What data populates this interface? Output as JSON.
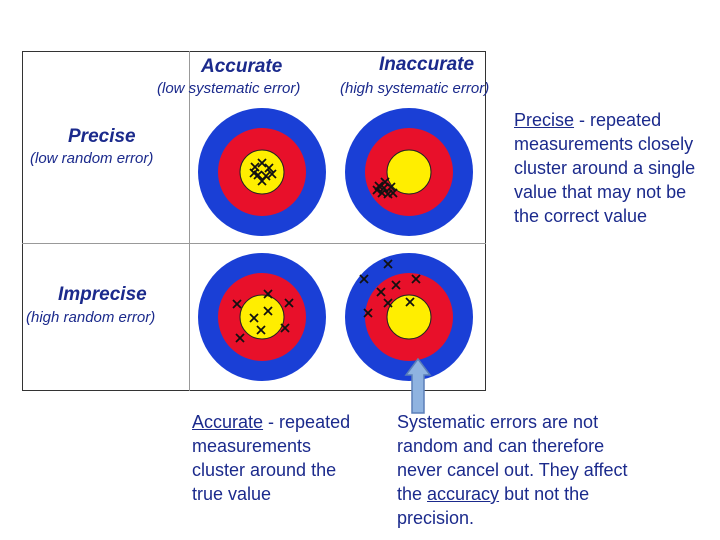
{
  "columns": {
    "accurate": "Accurate",
    "inaccurate": "Inaccurate",
    "accurate_sub": "(low systematic error)",
    "inaccurate_sub": "(high systematic error)"
  },
  "rows": {
    "precise": "Precise",
    "precise_sub": "(low random error)",
    "imprecise": "Imprecise",
    "imprecise_sub": "(high random error)"
  },
  "notes": {
    "precise_term": "Precise",
    "precise_text": " - repeated measurements closely cluster around a single value that may not be the correct value",
    "accurate_term": "Accurate",
    "accurate_text": " - repeated measurements cluster around the true value",
    "systematic_pre": "Systematic errors are not random and can therefore never cancel out.  They affect the ",
    "systematic_term": "accuracy",
    "systematic_post": "  but not the precision."
  },
  "colors": {
    "ring_outer": "#1a3fd6",
    "ring_mid": "#e8102a",
    "bullseye": "#ffee00",
    "text": "#1b2a8c",
    "arrow": "#8fb3e0"
  },
  "icons": [
    "target-icon",
    "cross-mark-icon",
    "up-arrow-icon"
  ]
}
